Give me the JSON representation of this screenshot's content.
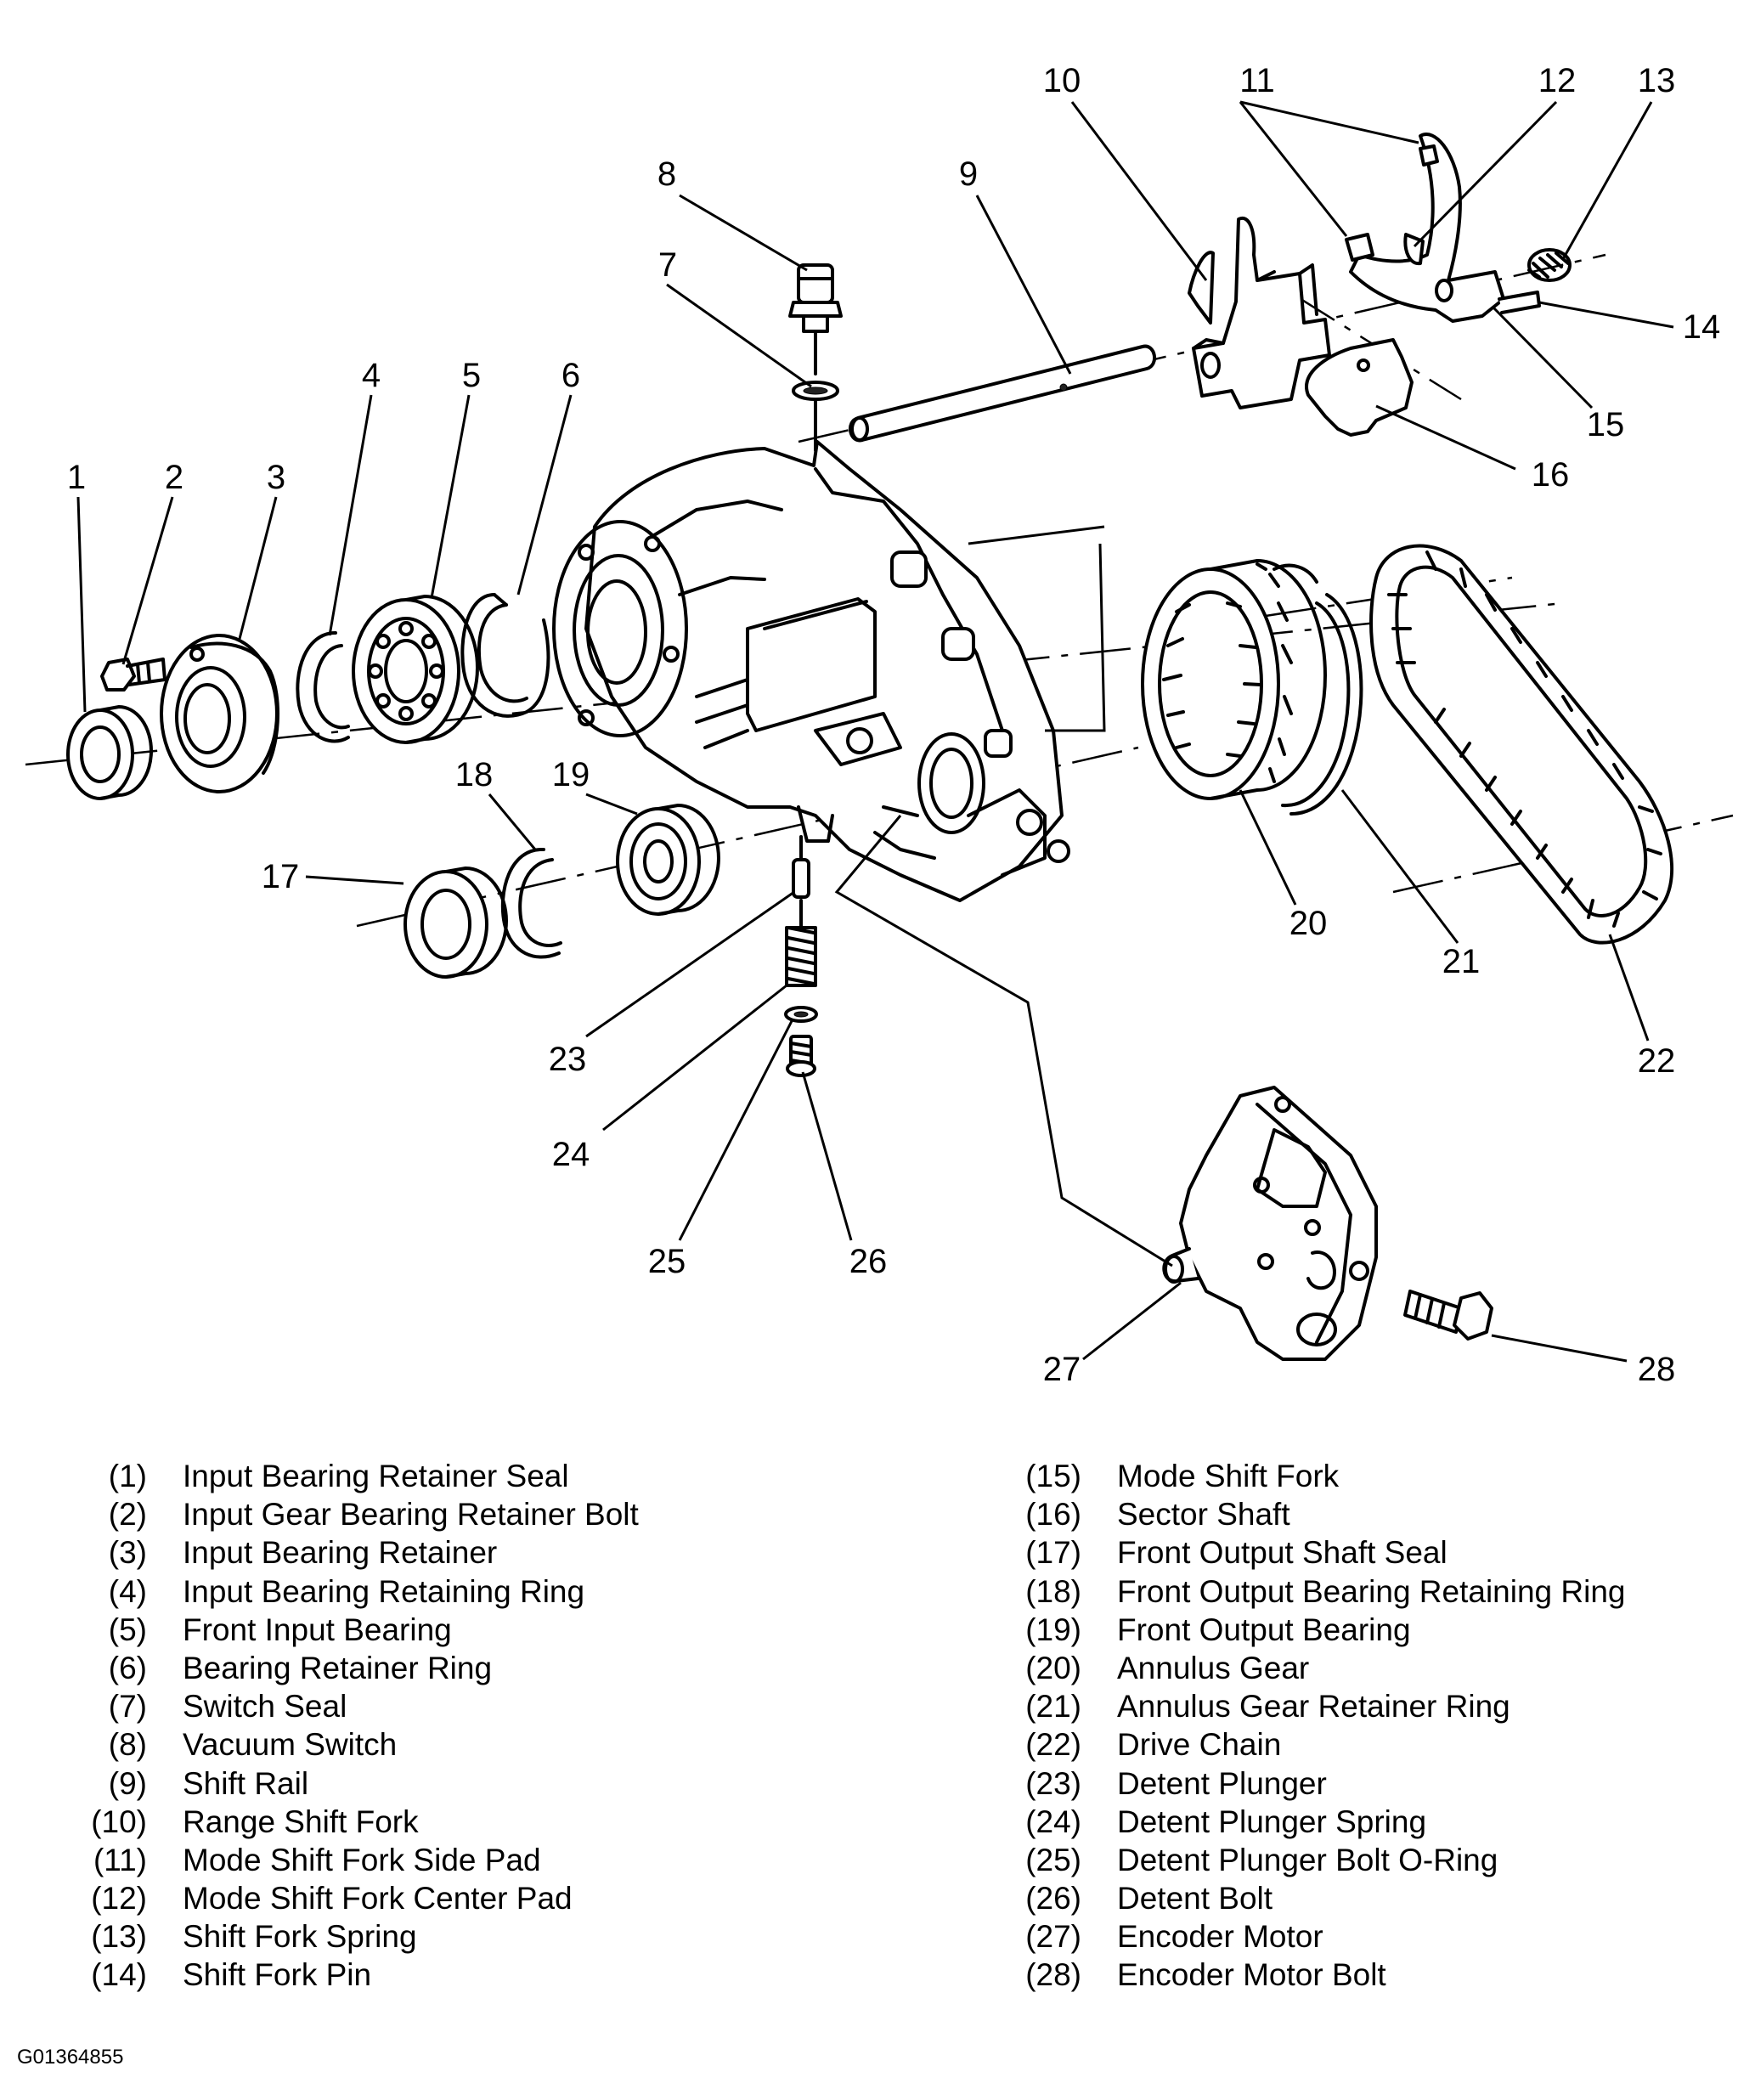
{
  "figure_id": "G01364855",
  "callouts": [
    "1",
    "2",
    "3",
    "4",
    "5",
    "6",
    "7",
    "8",
    "9",
    "10",
    "11",
    "12",
    "13",
    "14",
    "15",
    "16",
    "17",
    "18",
    "19",
    "20",
    "21",
    "22",
    "23",
    "24",
    "25",
    "26",
    "27",
    "28"
  ],
  "legend": {
    "left": [
      {
        "num": "(1)",
        "label": "Input Bearing Retainer Seal"
      },
      {
        "num": "(2)",
        "label": "Input Gear Bearing Retainer Bolt"
      },
      {
        "num": "(3)",
        "label": "Input Bearing Retainer"
      },
      {
        "num": "(4)",
        "label": "Input Bearing Retaining Ring"
      },
      {
        "num": "(5)",
        "label": "Front Input Bearing"
      },
      {
        "num": "(6)",
        "label": "Bearing Retainer Ring"
      },
      {
        "num": "(7)",
        "label": "Switch Seal"
      },
      {
        "num": "(8)",
        "label": "Vacuum Switch"
      },
      {
        "num": "(9)",
        "label": "Shift Rail"
      },
      {
        "num": "(10)",
        "label": "Range Shift Fork"
      },
      {
        "num": "(11)",
        "label": "Mode Shift Fork Side Pad"
      },
      {
        "num": "(12)",
        "label": "Mode Shift Fork Center Pad"
      },
      {
        "num": "(13)",
        "label": "Shift Fork Spring"
      },
      {
        "num": "(14)",
        "label": "Shift Fork Pin"
      }
    ],
    "right": [
      {
        "num": "(15)",
        "label": "Mode Shift Fork"
      },
      {
        "num": "(16)",
        "label": "Sector Shaft"
      },
      {
        "num": "(17)",
        "label": "Front Output Shaft Seal"
      },
      {
        "num": "(18)",
        "label": "Front Output Bearing Retaining Ring"
      },
      {
        "num": "(19)",
        "label": "Front Output Bearing"
      },
      {
        "num": "(20)",
        "label": "Annulus Gear"
      },
      {
        "num": "(21)",
        "label": "Annulus Gear Retainer Ring"
      },
      {
        "num": "(22)",
        "label": "Drive Chain"
      },
      {
        "num": "(23)",
        "label": "Detent Plunger"
      },
      {
        "num": "(24)",
        "label": "Detent Plunger Spring"
      },
      {
        "num": "(25)",
        "label": "Detent Plunger Bolt O-Ring"
      },
      {
        "num": "(26)",
        "label": "Detent Bolt"
      },
      {
        "num": "(27)",
        "label": "Encoder Motor"
      },
      {
        "num": "(28)",
        "label": "Encoder Motor Bolt"
      }
    ]
  }
}
